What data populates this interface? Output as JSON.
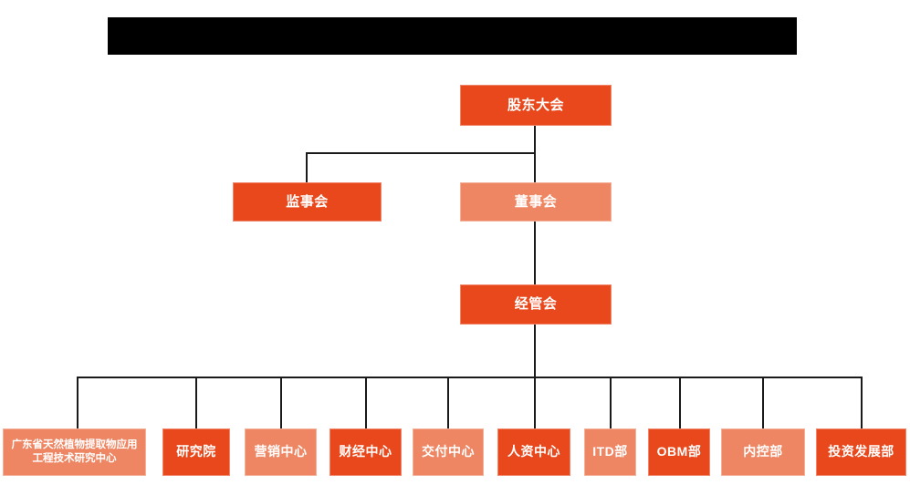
{
  "chart_data": {
    "type": "diagram",
    "title": "",
    "diagram_kind": "organization-chart",
    "orientation": "top-down",
    "colors": {
      "accent_dark": "#E8481B",
      "accent_light": "#EF8663",
      "connector": "#1a1a1a",
      "redaction": "#000000",
      "background": "#ffffff",
      "node_text": "#ffffff"
    },
    "levels": [
      {
        "level": 1,
        "nodes": [
          "股东大会"
        ]
      },
      {
        "level": 2,
        "nodes": [
          "监事会",
          "董事会"
        ]
      },
      {
        "level": 3,
        "nodes": [
          "经管会"
        ]
      },
      {
        "level": 4,
        "nodes": [
          "广东省天然植物提取物应用工程技术研究中心",
          "研究院",
          "营销中心",
          "财经中心",
          "交付中心",
          "人资中心",
          "ITD部",
          "OBM部",
          "内控部",
          "投资发展部"
        ]
      }
    ],
    "edges": [
      {
        "from": "股东大会",
        "to": "监事会"
      },
      {
        "from": "股东大会",
        "to": "董事会"
      },
      {
        "from": "董事会",
        "to": "经管会"
      },
      {
        "from": "经管会",
        "to": "广东省天然植物提取物应用工程技术研究中心"
      },
      {
        "from": "经管会",
        "to": "研究院"
      },
      {
        "from": "经管会",
        "to": "营销中心"
      },
      {
        "from": "经管会",
        "to": "财经中心"
      },
      {
        "from": "经管会",
        "to": "交付中心"
      },
      {
        "from": "经管会",
        "to": "人资中心"
      },
      {
        "from": "经管会",
        "to": "ITD部"
      },
      {
        "from": "经管会",
        "to": "OBM部"
      },
      {
        "from": "经管会",
        "to": "内控部"
      },
      {
        "from": "经管会",
        "to": "投资发展部"
      }
    ]
  },
  "header": {
    "redacted_title": ""
  },
  "nodes": {
    "shareholders_meeting": {
      "label": "股东大会",
      "tone": "dark"
    },
    "board_of_supervisors": {
      "label": "监事会",
      "tone": "dark"
    },
    "board_of_directors": {
      "label": "董事会",
      "tone": "light"
    },
    "management_committee": {
      "label": "经管会",
      "tone": "dark"
    }
  },
  "departments": [
    {
      "label": "广东省天然植物提取物应用工程技术研究中心",
      "tone": "light"
    },
    {
      "label": "研究院",
      "tone": "dark"
    },
    {
      "label": "营销中心",
      "tone": "light"
    },
    {
      "label": "财经中心",
      "tone": "dark"
    },
    {
      "label": "交付中心",
      "tone": "light"
    },
    {
      "label": "人资中心",
      "tone": "dark"
    },
    {
      "label": "ITD部",
      "tone": "light"
    },
    {
      "label": "OBM部",
      "tone": "dark"
    },
    {
      "label": "内控部",
      "tone": "light"
    },
    {
      "label": "投资发展部",
      "tone": "dark"
    }
  ]
}
